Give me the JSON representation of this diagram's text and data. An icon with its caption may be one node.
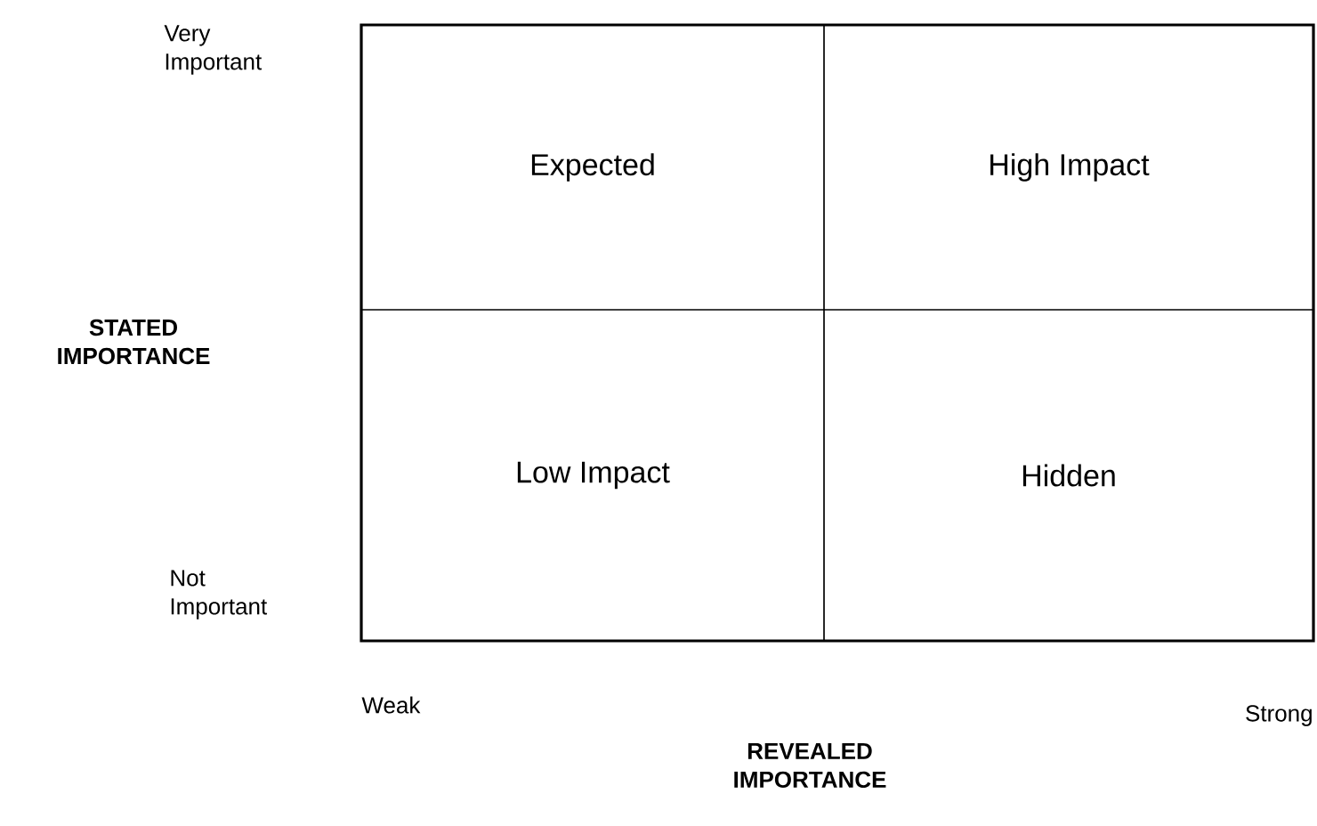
{
  "diagram": {
    "nodes": [
      {
        "text": [
          "Expected"
        ]
      },
      {
        "text": [
          "High Impact"
        ]
      },
      {
        "text": [
          "Low Impact"
        ]
      },
      {
        "text": [
          "Hidden"
        ]
      }
    ],
    "labels": [
      "Very Important",
      "STATED IMPORTANCE",
      "Not Important",
      "Weak",
      "Strong",
      "REVEALED IMPORTANCE"
    ]
  }
}
